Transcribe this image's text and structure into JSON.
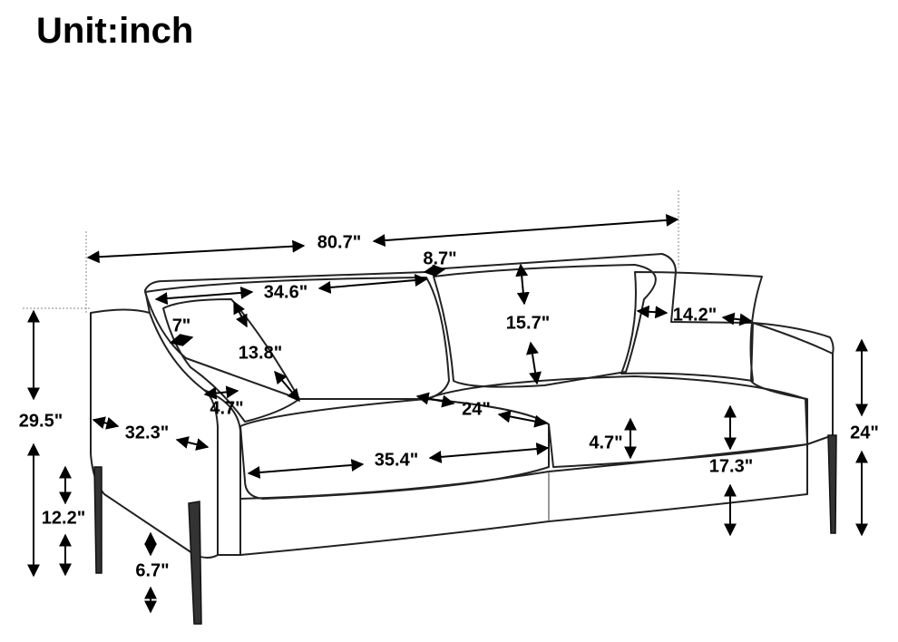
{
  "title": "Unit:inch",
  "dimensions": {
    "overall_width": "80.7\"",
    "cushion_gap": "8.7\"",
    "back_cushion_width": "34.6\"",
    "back_cushion_height": "15.7\"",
    "pillow_width_right": "14.2\"",
    "pillow_thickness": "7\"",
    "pillow_diagonal": "13.8\"",
    "overall_height": "29.5\"",
    "overall_depth": "32.3\"",
    "arm_width": "4.7\"",
    "seat_depth": "24\"",
    "seat_cushion_thickness": "4.7\"",
    "seat_cushion_width": "35.4\"",
    "seat_height": "17.3\"",
    "arm_height": "24\"",
    "base_height": "12.2\"",
    "leg_height": "6.7\""
  }
}
